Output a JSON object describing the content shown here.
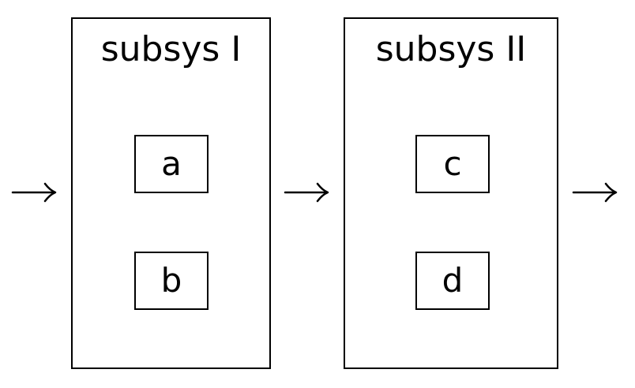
{
  "diagram": {
    "subsystems": [
      {
        "title": "subsys I",
        "components": [
          "a",
          "b"
        ]
      },
      {
        "title": "subsys II",
        "components": [
          "c",
          "d"
        ]
      }
    ],
    "arrow_icon": "long-right-arrow-icon"
  }
}
